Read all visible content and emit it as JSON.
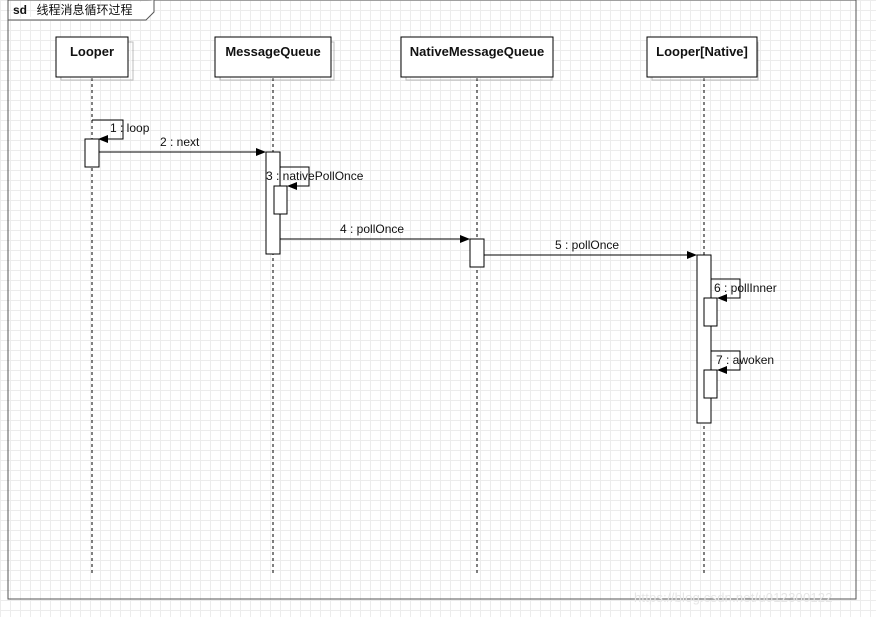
{
  "frame": {
    "keyword": "sd",
    "title": "线程消息循环过程"
  },
  "lifelines": [
    {
      "id": "looper",
      "label": "Looper"
    },
    {
      "id": "mq",
      "label": "MessageQueue"
    },
    {
      "id": "nmq",
      "label": "NativeMessageQueue"
    },
    {
      "id": "lnative",
      "label": "Looper[Native]"
    }
  ],
  "messages": [
    {
      "label": "1 : loop",
      "from": "looper",
      "to": "looper"
    },
    {
      "label": "2 : next",
      "from": "looper",
      "to": "mq"
    },
    {
      "label": "3 : nativePollOnce",
      "from": "mq",
      "to": "mq"
    },
    {
      "label": "4 : pollOnce",
      "from": "mq",
      "to": "nmq"
    },
    {
      "label": "5 : pollOnce",
      "from": "nmq",
      "to": "lnative"
    },
    {
      "label": "6 : pollInner",
      "from": "lnative",
      "to": "lnative"
    },
    {
      "label": "7 : awoken",
      "from": "lnative",
      "to": "lnative"
    }
  ],
  "watermark": "https://blog.csdn.net/u012300122"
}
